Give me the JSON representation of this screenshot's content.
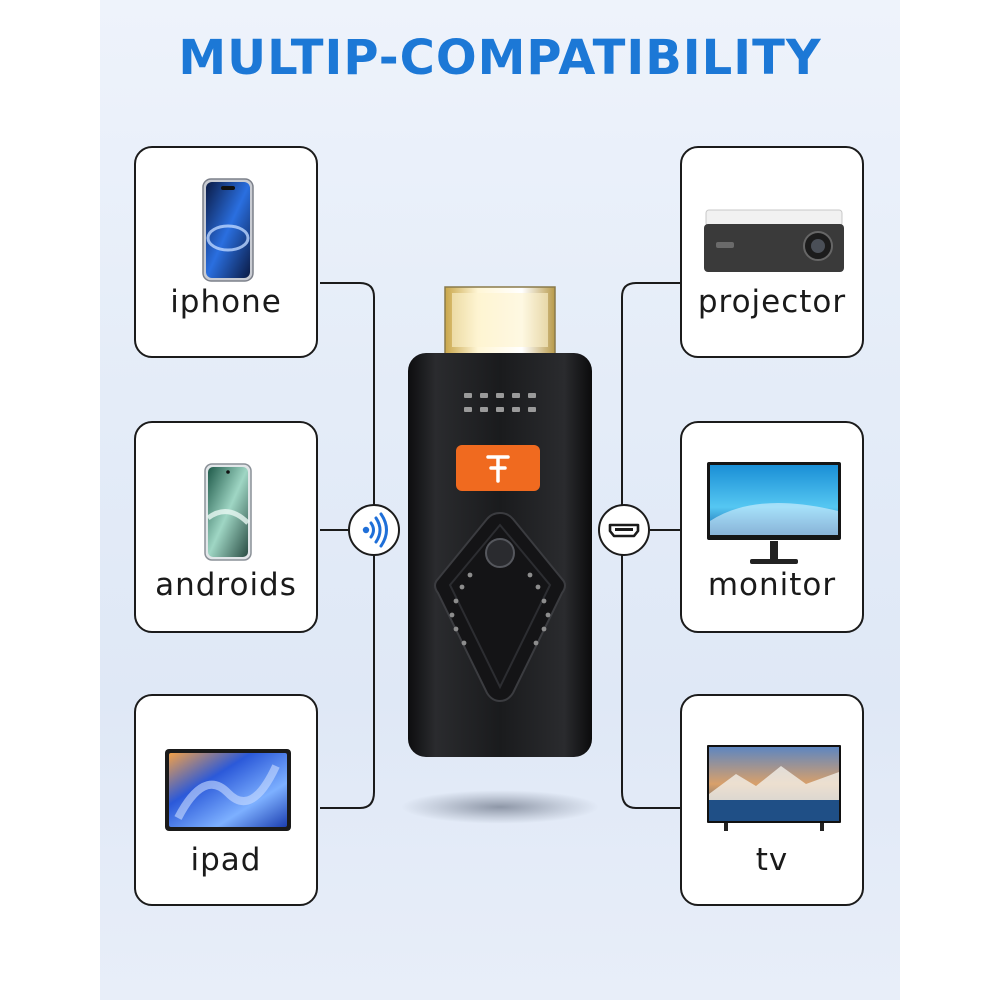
{
  "headline": "MULTIP-COMPATIBILITY",
  "cards": {
    "iphone": "iphone",
    "androids": "androids",
    "ipad": "ipad",
    "projector": "projector",
    "monitor": "monitor",
    "tv": "tv"
  },
  "colors": {
    "headline": "#1c78d6",
    "logo_badge": "#f06a1f",
    "device_body": "#1c1c1e",
    "background": "#e4ecf8"
  },
  "icons": {
    "left_connector": "wireless-signal-icon",
    "right_connector": "hdmi-port-icon",
    "device_logo": "brand-logo-icon"
  }
}
